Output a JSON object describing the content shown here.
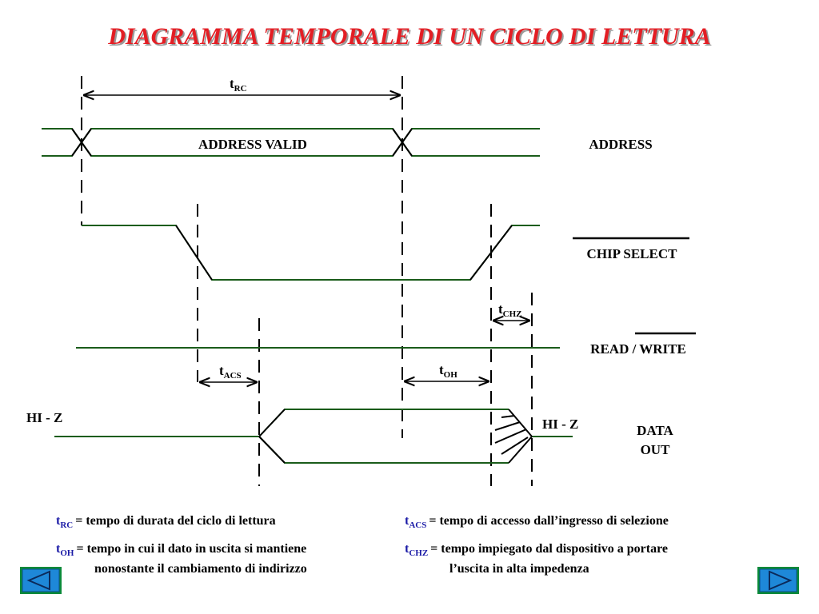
{
  "title": "DIAGRAMMA TEMPORALE DI UN CICLO DI LETTURA",
  "signals": {
    "address_valid": "ADDRESS VALID",
    "address": "ADDRESS",
    "chip_select": "CHIP SELECT",
    "read_write": "READ / WRITE",
    "hi_z_left": "HI - Z",
    "hi_z_right": "HI - Z",
    "data_out_line1": "DATA",
    "data_out_line2": "OUT"
  },
  "timing": {
    "trc": {
      "sym": "t",
      "sub": "RC"
    },
    "tchz": {
      "sym": "t",
      "sub": "CHZ"
    },
    "tacs": {
      "sym": "t",
      "sub": "ACS"
    },
    "toh": {
      "sym": "t",
      "sub": "OH"
    }
  },
  "legend": {
    "rc": {
      "sym": "t",
      "sub": "RC",
      "text": "= tempo di durata del ciclo di lettura"
    },
    "acs": {
      "sym": "t",
      "sub": "ACS",
      "text": "= tempo di accesso dall’ingresso di selezione"
    },
    "oh": {
      "sym": "t",
      "sub": "OH",
      "text": "= tempo in cui il dato in uscita si mantiene",
      "text2": "nonostante il cambiamento di indirizzo"
    },
    "chz": {
      "sym": "t",
      "sub": "CHZ",
      "text": "= tempo impiegato dal dispositivo a portare",
      "text2": "l’uscita in alta impedenza"
    }
  },
  "icons": {
    "prev": "left-arrow-icon",
    "next": "right-arrow-icon"
  },
  "colors": {
    "title": "#e31e24",
    "wave": "#1a5c1a",
    "legend_symbol": "#1a1aa6",
    "nav_face": "#1e88d8",
    "nav_border": "#0a8a3a"
  }
}
